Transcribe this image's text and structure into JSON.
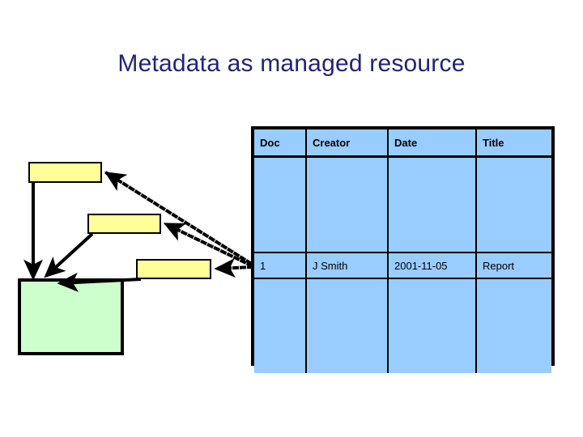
{
  "slide": {
    "title": "Metadata as managed resource",
    "background_color": "#ffffff",
    "title_color": "#23237a"
  },
  "table": {
    "name": "metadata-table",
    "fill_color": "#99ccff",
    "border_color": "#000000",
    "columns": [
      "Doc",
      "Creator",
      "Date",
      "Title"
    ],
    "rows": [
      [
        "",
        "",
        "",
        ""
      ],
      [
        "1",
        "J Smith",
        "2001-11-05",
        "Report"
      ],
      [
        "",
        "",
        "",
        ""
      ]
    ]
  },
  "diagram": {
    "resource_box": {
      "label": "",
      "fill_color": "#ccffcc",
      "border_color": "#000000"
    },
    "metadata_boxes": [
      {
        "label": "",
        "fill_color": "#ffff99",
        "border_color": "#000000"
      },
      {
        "label": "",
        "fill_color": "#ffff99",
        "border_color": "#000000"
      },
      {
        "label": "",
        "fill_color": "#ffff99",
        "border_color": "#000000"
      }
    ],
    "solid_arrow_color": "#000000",
    "dotted_arrow_color": "#000000",
    "solid_arrow_count": 3,
    "dotted_arrow_count": 3
  }
}
